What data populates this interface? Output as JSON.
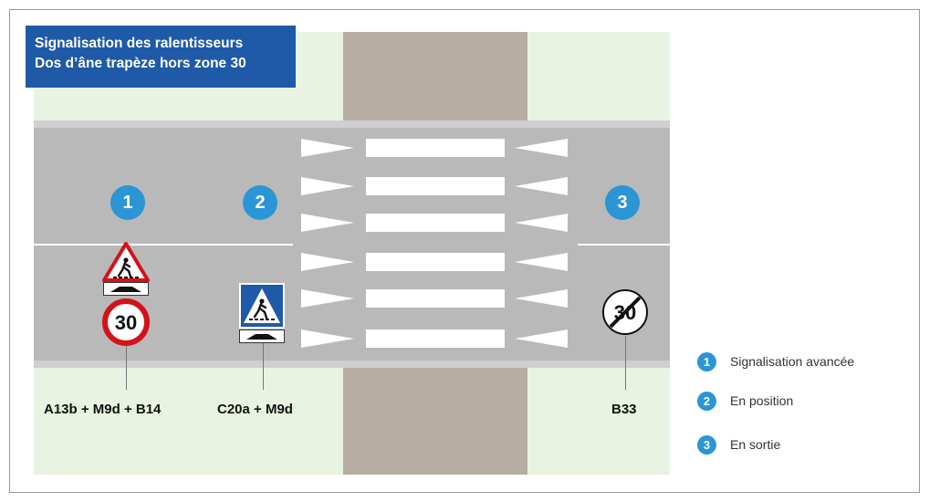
{
  "title": {
    "line1": "Signalisation des ralentisseurs",
    "line2": "Dos d’âne trapèze hors zone 30"
  },
  "markers": [
    {
      "number": "1",
      "sign": "A13b + M9d + B14"
    },
    {
      "number": "2",
      "sign": "C20a + M9d"
    },
    {
      "number": "3",
      "sign": "B33"
    }
  ],
  "speed_signs": {
    "limit": "30",
    "end_limit": "30"
  },
  "legend": [
    {
      "number": "1",
      "label": "Signalisation avancée"
    },
    {
      "number": "2",
      "label": "En position"
    },
    {
      "number": "3",
      "label": "En sortie"
    }
  ],
  "colors": {
    "badge": "#2b95d6",
    "title_bg": "#1f5aa8",
    "road": "#bcbcbc",
    "grass": "#e9f3e1",
    "sidewalk": "#b8ada3"
  }
}
